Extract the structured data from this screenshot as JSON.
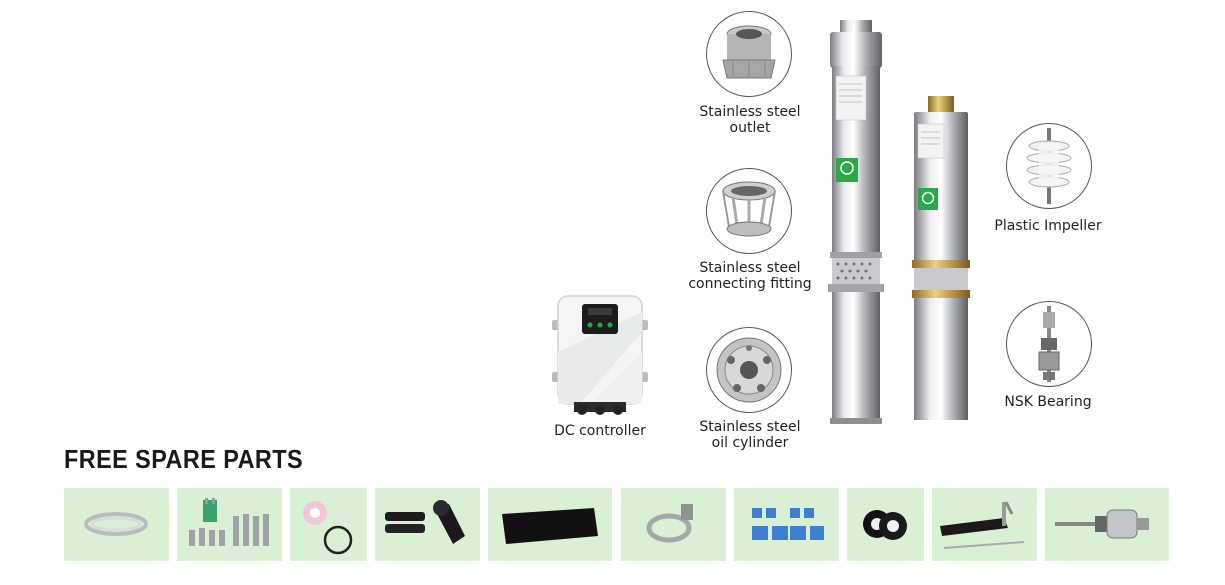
{
  "section_title": "FREE SPARE PARTS",
  "components": {
    "outlet": {
      "line1": "Stainless steel",
      "line2": "outlet"
    },
    "fitting": {
      "line1": "Stainless steel",
      "line2": "connecting fitting"
    },
    "cylinder": {
      "line1": "Stainless steel",
      "line2": "oil cylinder"
    },
    "impeller": {
      "line1": "Plastic Impeller"
    },
    "bearing": {
      "line1": "NSK Bearing"
    },
    "controller": {
      "line1": "DC controller"
    }
  },
  "colors": {
    "parts_bg": "#daf0d4",
    "brand_green": "#2aa84a"
  }
}
